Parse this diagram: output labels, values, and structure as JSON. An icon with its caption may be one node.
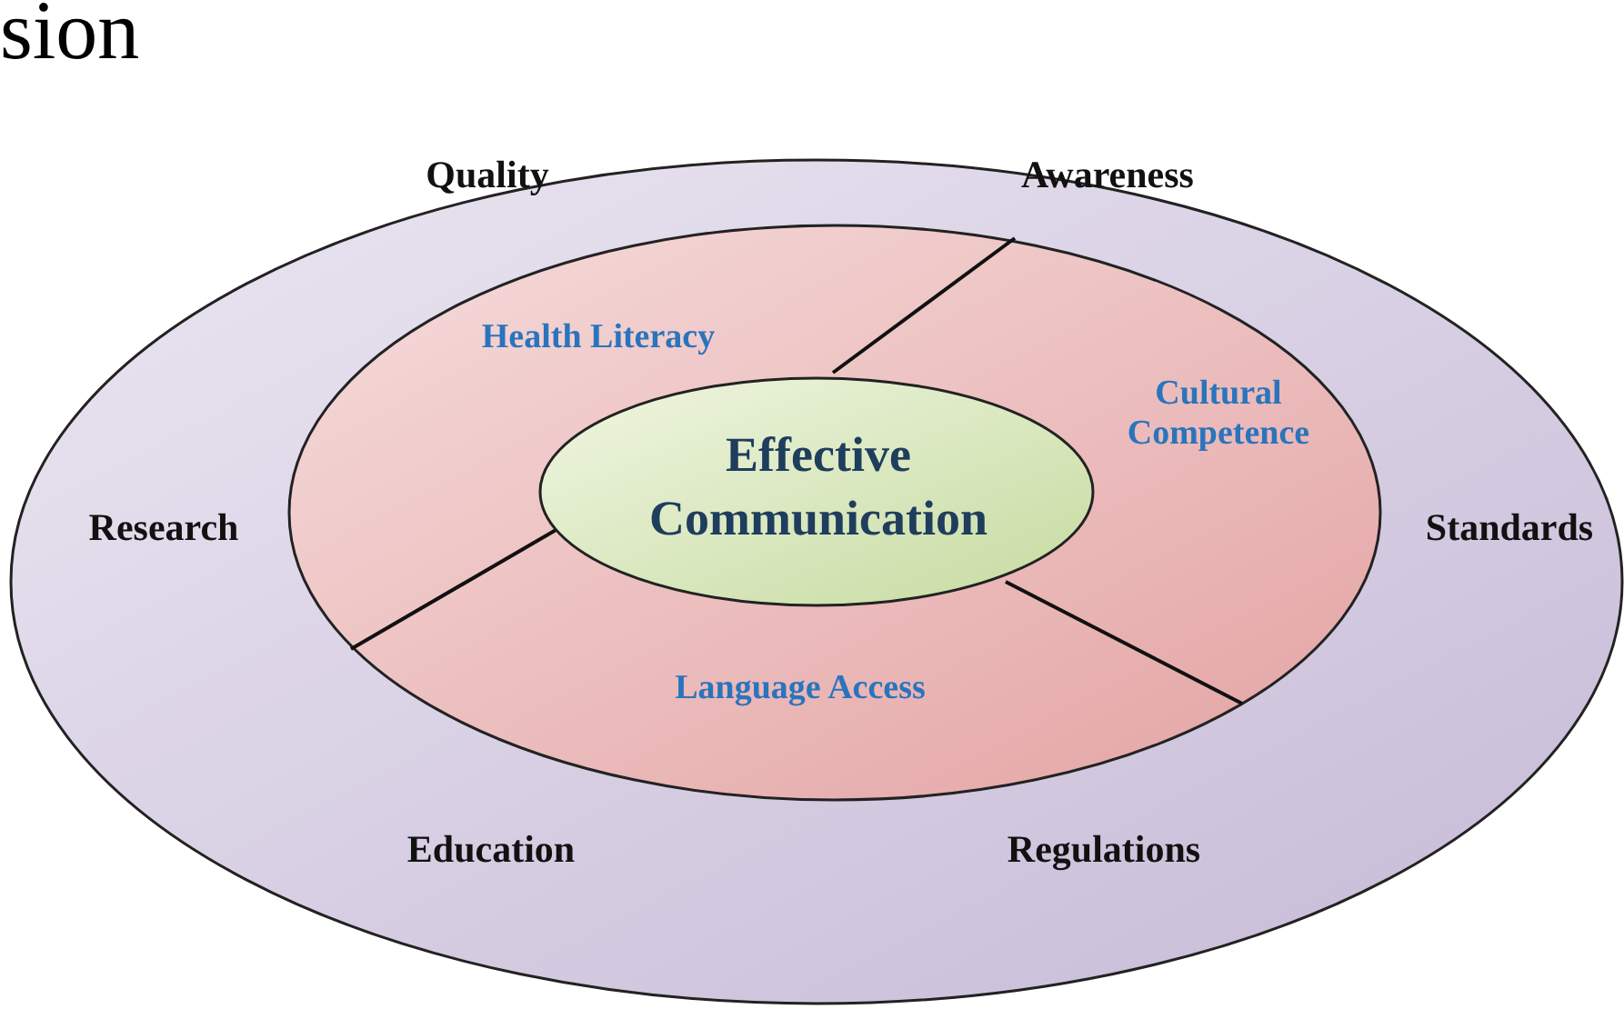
{
  "diagram": {
    "nodes": [
      {
        "text": [
          "Quality",
          "Awareness",
          "Research",
          "Standards",
          "Education",
          "Regulations"
        ]
      },
      {
        "text": [
          "Health Literacy",
          "Cultural Competence",
          "Language Access"
        ],
        "in": 0
      },
      {
        "text": [
          "Effective Communication"
        ],
        "in": 1
      }
    ],
    "labels": [
      "sion"
    ]
  }
}
